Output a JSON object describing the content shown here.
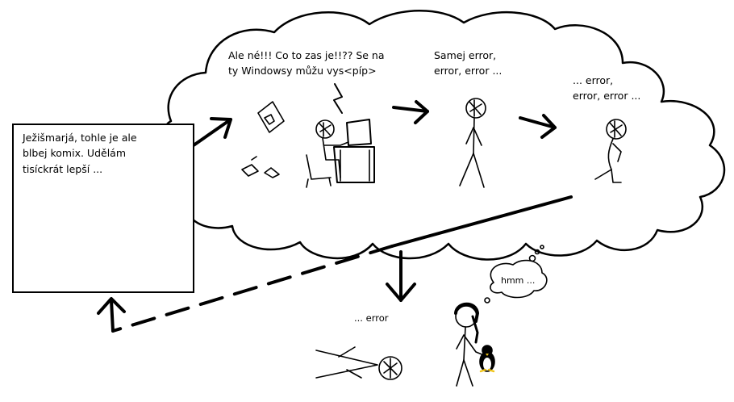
{
  "comic": {
    "frame_caption": "Ježišmarjá, tohle je ale\nblbej komix. Udělám\ntisíckrát lepší ...",
    "dream_1": "Ale né!!! Co to zas je!!?? Se na\nty Windowsy můžu vys<píp>",
    "dream_2": "Samej error,\nerror, error ...",
    "dream_3": "... error,\nerror, error ...",
    "fallen_caption": "... error",
    "observer_thought": "hmm ..."
  },
  "colors": {
    "ink": "#000000",
    "paper": "#ffffff",
    "penguin_beak": "#f0c419"
  }
}
